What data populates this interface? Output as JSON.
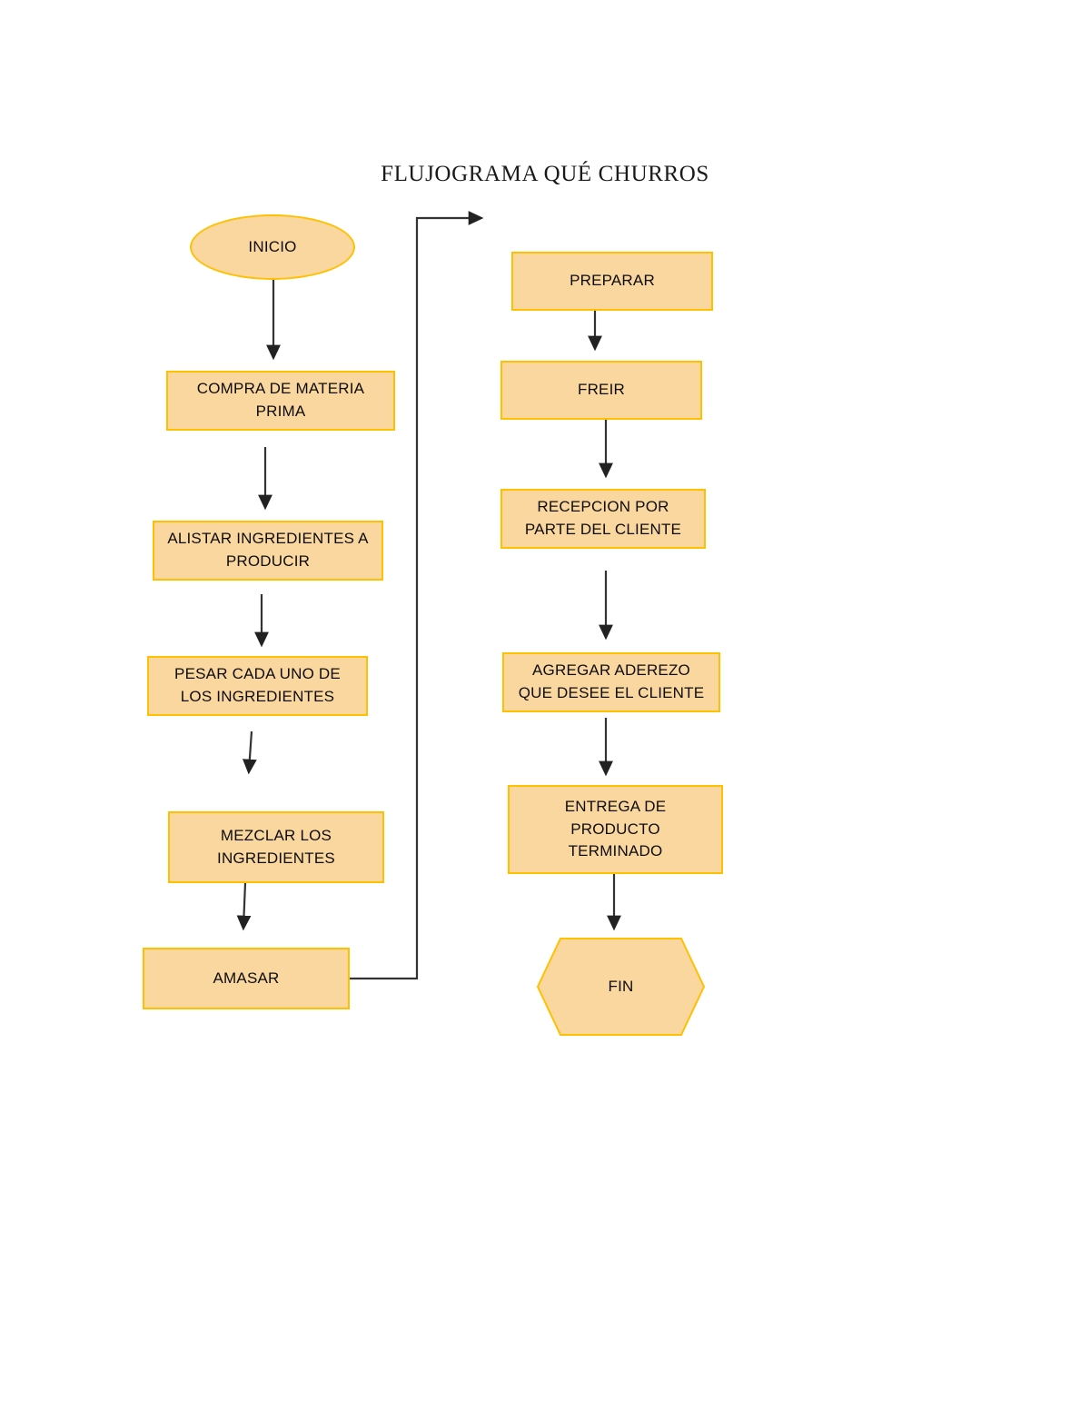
{
  "document": {
    "title": "FLUJOGRAMA QUÉ CHURROS",
    "page_background": "#ffffff"
  },
  "style": {
    "node_fill": "#fbd7a0",
    "node_border": "#ffc000",
    "connector_color": "#333333",
    "text_color": "#0d0d0d"
  },
  "chart_data": {
    "type": "diagram",
    "title": "FLUJOGRAMA QUÉ CHURROS",
    "diagram_kind": "flowchart",
    "orientation": "two-column, top-to-bottom, left column then right column",
    "nodes": [
      {
        "id": "inicio",
        "label": "INICIO",
        "shape": "ellipse",
        "column": "left",
        "order": 1
      },
      {
        "id": "compra",
        "label": "COMPRA DE MATERIA\nPRIMA",
        "shape": "rectangle",
        "column": "left",
        "order": 2
      },
      {
        "id": "alistar",
        "label": "ALISTAR INGREDIENTES A\nPRODUCIR",
        "shape": "rectangle",
        "column": "left",
        "order": 3
      },
      {
        "id": "pesar",
        "label": "PESAR CADA UNO DE\nLOS INGREDIENTES",
        "shape": "rectangle",
        "column": "left",
        "order": 4
      },
      {
        "id": "mezclar",
        "label": "MEZCLAR LOS\nINGREDIENTES",
        "shape": "rectangle",
        "column": "left",
        "order": 5
      },
      {
        "id": "amasar",
        "label": "AMASAR",
        "shape": "rectangle",
        "column": "left",
        "order": 6
      },
      {
        "id": "preparar",
        "label": "PREPARAR",
        "shape": "rectangle",
        "column": "right",
        "order": 7
      },
      {
        "id": "freir",
        "label": "FREIR",
        "shape": "rectangle",
        "column": "right",
        "order": 8
      },
      {
        "id": "recepcion",
        "label": "RECEPCION POR\nPARTE DEL CLIENTE",
        "shape": "rectangle",
        "column": "right",
        "order": 9
      },
      {
        "id": "aderezo",
        "label": "AGREGAR ADEREZO\nQUE DESEE EL CLIENTE",
        "shape": "rectangle",
        "column": "right",
        "order": 10
      },
      {
        "id": "entrega",
        "label": "ENTREGA DE\nPRODUCTO\nTERMINADO",
        "shape": "rectangle",
        "column": "right",
        "order": 11
      },
      {
        "id": "fin",
        "label": "FIN",
        "shape": "hexagon",
        "column": "right",
        "order": 12
      }
    ],
    "edges": [
      {
        "from": "inicio",
        "to": "compra",
        "label": "",
        "style": "straight-down"
      },
      {
        "from": "compra",
        "to": "alistar",
        "label": "",
        "style": "straight-down"
      },
      {
        "from": "alistar",
        "to": "pesar",
        "label": "",
        "style": "straight-down"
      },
      {
        "from": "pesar",
        "to": "mezclar",
        "label": "",
        "style": "straight-down"
      },
      {
        "from": "mezclar",
        "to": "amasar",
        "label": "",
        "style": "straight-down"
      },
      {
        "from": "amasar",
        "to": "preparar",
        "label": "",
        "style": "right-then-up-then-right"
      },
      {
        "from": "preparar",
        "to": "freir",
        "label": "",
        "style": "straight-down"
      },
      {
        "from": "freir",
        "to": "recepcion",
        "label": "",
        "style": "straight-down"
      },
      {
        "from": "recepcion",
        "to": "aderezo",
        "label": "",
        "style": "straight-down"
      },
      {
        "from": "aderezo",
        "to": "entrega",
        "label": "",
        "style": "straight-down"
      },
      {
        "from": "entrega",
        "to": "fin",
        "label": "",
        "style": "straight-down"
      }
    ]
  }
}
